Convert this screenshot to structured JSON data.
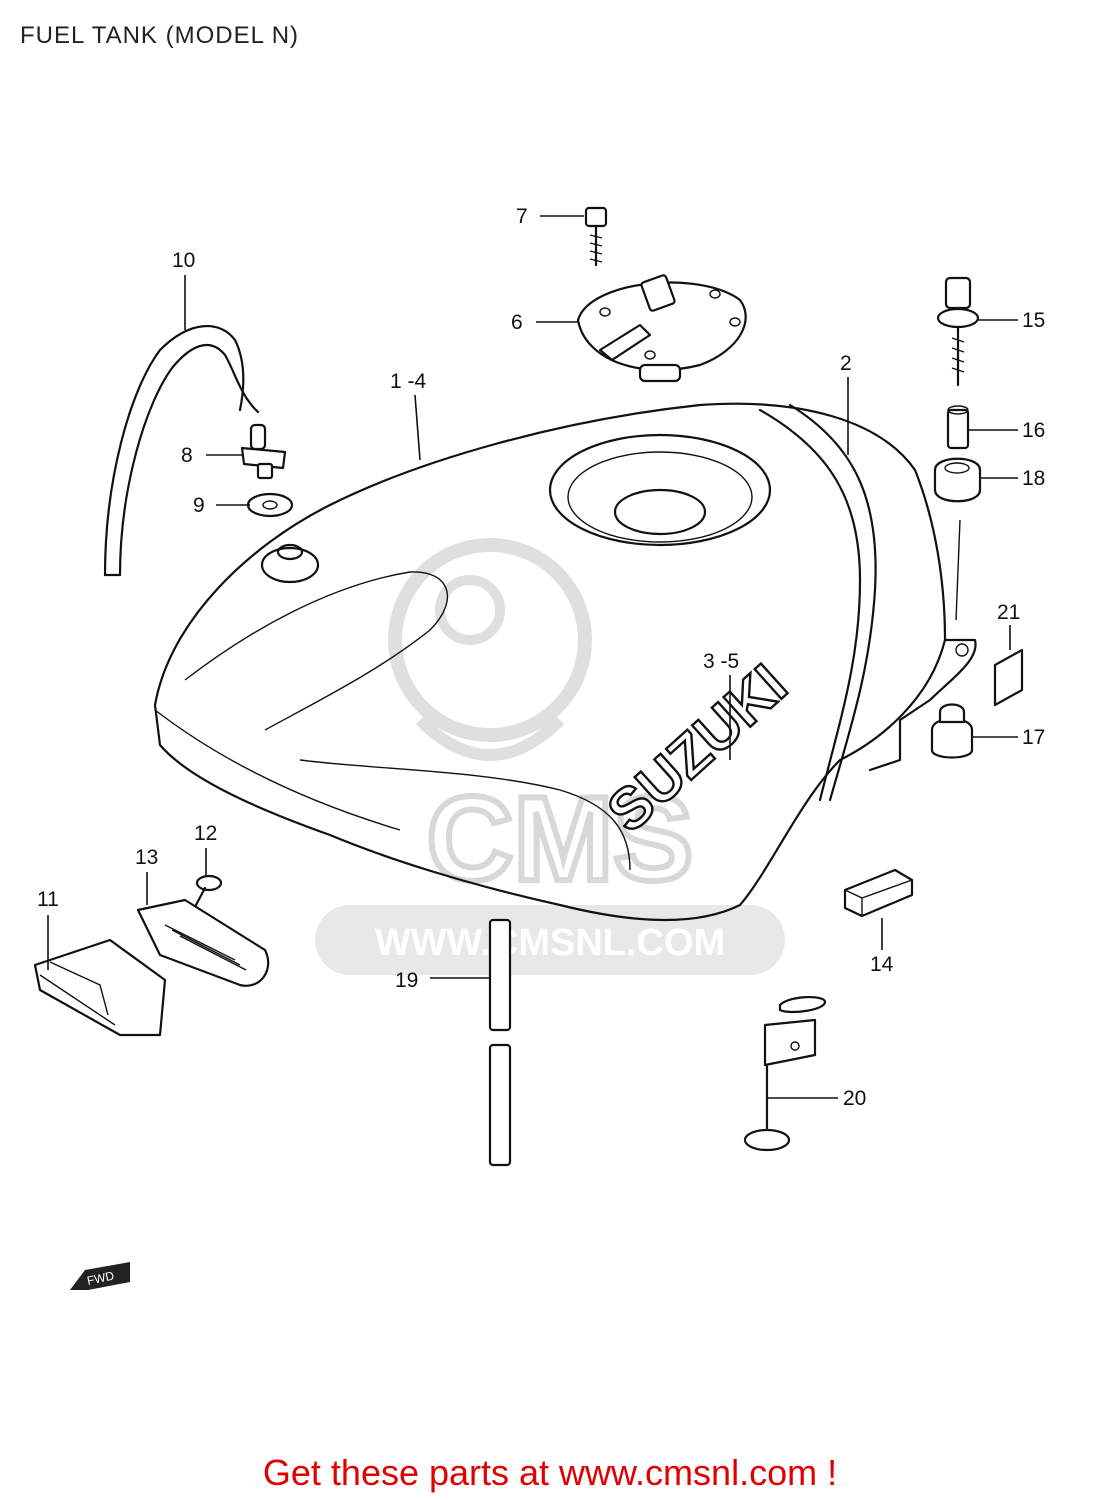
{
  "title": "FUEL TANK (MODEL N)",
  "footer": "Get these parts at www.cmsnl.com !",
  "watermark": {
    "brand": "CMS",
    "url": "WWW.CMSNL.COM"
  },
  "tank_logo": "SUZUKI",
  "direction_marker": "FWD",
  "callouts": [
    {
      "id": "c1-4",
      "label": "1 -4"
    },
    {
      "id": "c2",
      "label": "2"
    },
    {
      "id": "c3-5",
      "label": "3 -5"
    },
    {
      "id": "c6",
      "label": "6"
    },
    {
      "id": "c7",
      "label": "7"
    },
    {
      "id": "c8",
      "label": "8"
    },
    {
      "id": "c9",
      "label": "9"
    },
    {
      "id": "c10",
      "label": "10"
    },
    {
      "id": "c11",
      "label": "11"
    },
    {
      "id": "c12",
      "label": "12"
    },
    {
      "id": "c13",
      "label": "13"
    },
    {
      "id": "c14",
      "label": "14"
    },
    {
      "id": "c15",
      "label": "15"
    },
    {
      "id": "c16",
      "label": "16"
    },
    {
      "id": "c17",
      "label": "17"
    },
    {
      "id": "c18",
      "label": "18"
    },
    {
      "id": "c19",
      "label": "19"
    },
    {
      "id": "c20",
      "label": "20"
    },
    {
      "id": "c21",
      "label": "21"
    }
  ],
  "colors": {
    "footer": "#e00000",
    "linework": "#111111",
    "watermark": "#d8d8d8"
  }
}
